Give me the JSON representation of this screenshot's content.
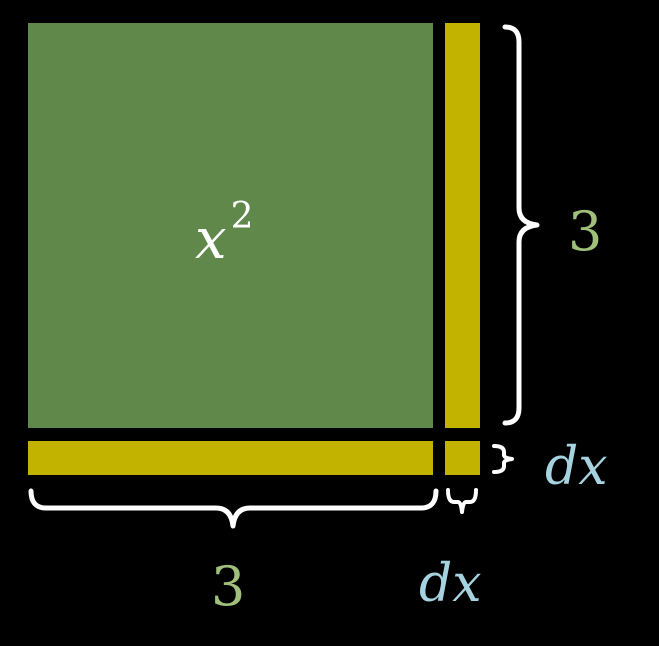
{
  "colors": {
    "background": "#000000",
    "square": "#5f884a",
    "strip": "#c2b300",
    "brace": "#ffffff",
    "side_label": "#9fbf7a",
    "dx_label": "#a6d3e0",
    "area_label": "#ffffff"
  },
  "labels": {
    "area_base": "x",
    "area_exponent": "2",
    "right_side": "3",
    "bottom_side": "3",
    "right_dx": "dx",
    "bottom_dx": "dx"
  }
}
